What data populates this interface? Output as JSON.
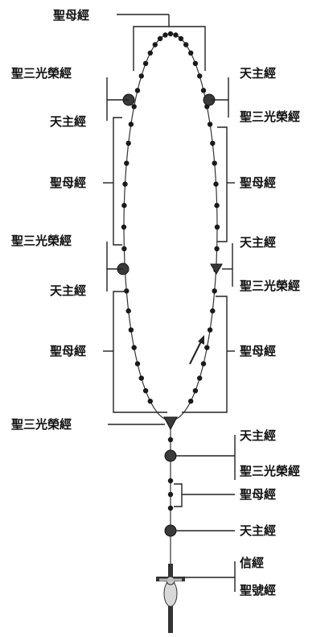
{
  "labels": {
    "top_hail_mary": "聖母經",
    "left_glory_upper": "聖三光榮經",
    "left_our_father_upper": "天主經",
    "left_hail_mary_upper": "聖母經",
    "left_glory_mid": "聖三光榮經",
    "left_our_father_mid": "天主經",
    "left_hail_mary_lower": "聖母經",
    "left_glory_bottom": "聖三光榮經",
    "right_our_father_upper": "天主經",
    "right_glory_upper": "聖三光榮經",
    "right_hail_mary_upper": "聖母經",
    "right_our_father_mid": "天主經",
    "right_glory_mid": "聖三光榮經",
    "right_hail_mary_lower": "聖母經",
    "tail_our_father_1": "天主經",
    "tail_glory": "聖三光榮經",
    "tail_hail_mary": "聖母經",
    "tail_our_father_2": "天主經",
    "tail_creed": "信經",
    "tail_sign_of_cross": "聖號經"
  }
}
